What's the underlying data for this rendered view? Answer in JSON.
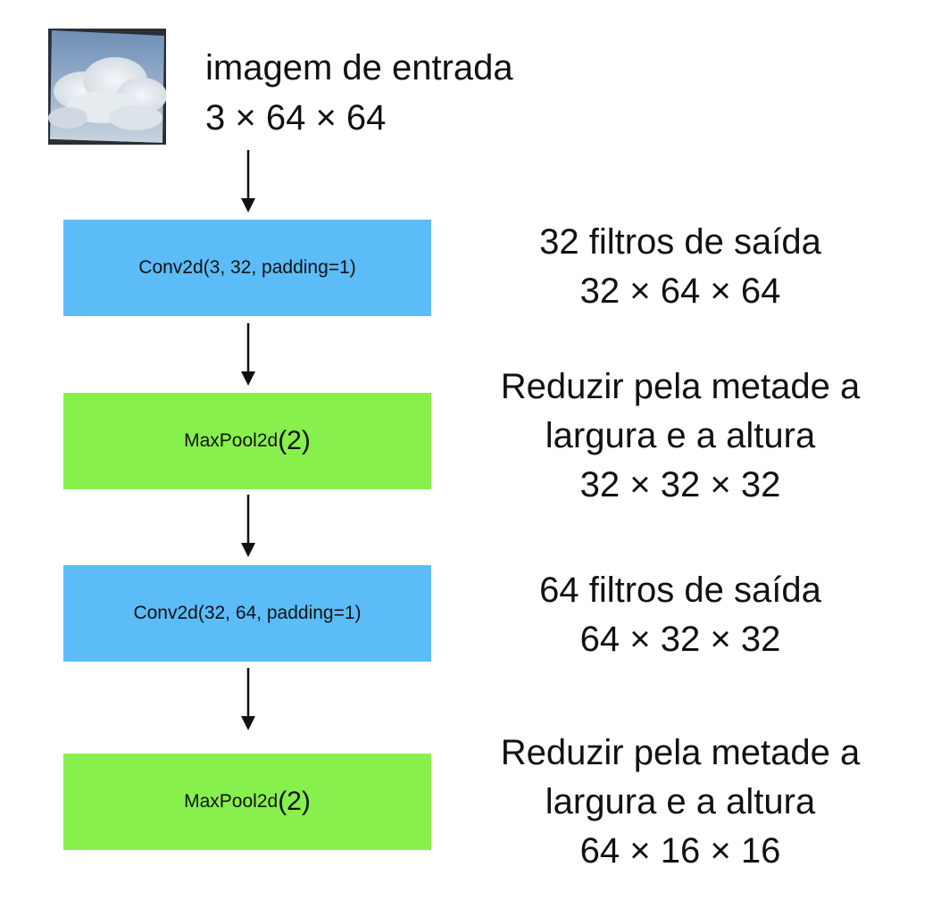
{
  "input": {
    "image_alt": "cloudy-sky-thumbnail",
    "title": "imagem de entrada",
    "shape": "3 × 64 × 64"
  },
  "layers": [
    {
      "kind": "conv",
      "name": "Conv2d(3, 32, padding=1)",
      "color": "#5bbcf8",
      "note": [
        "32 filtros de saída",
        "32 × 64 × 64"
      ]
    },
    {
      "kind": "pool",
      "name": "MaxPool2d",
      "arg": "(2)",
      "color": "#87f04c",
      "note": [
        "Reduzir pela metade a",
        "largura e a altura",
        "32 × 32 × 32"
      ]
    },
    {
      "kind": "conv",
      "name": "Conv2d(32, 64, padding=1)",
      "color": "#5bbcf8",
      "note": [
        "64 filtros de saída",
        "64 × 32 × 32"
      ]
    },
    {
      "kind": "pool",
      "name": "MaxPool2d",
      "arg": "(2)",
      "color": "#87f04c",
      "note": [
        "Reduzir pela metade a",
        "largura e a altura",
        "64 × 16 × 16"
      ]
    }
  ]
}
